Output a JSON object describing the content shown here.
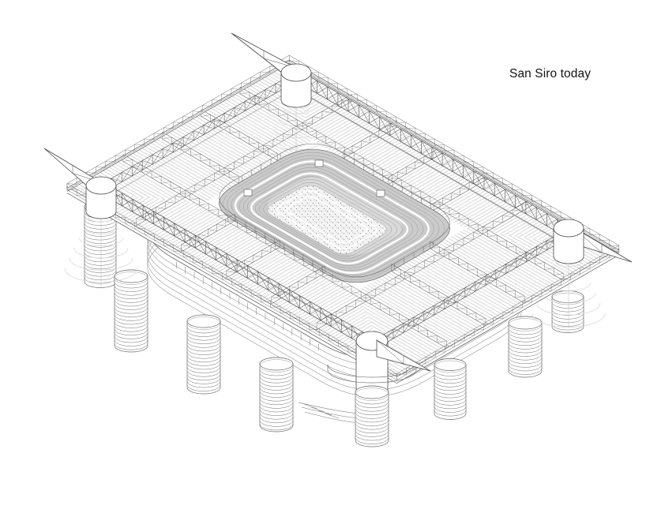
{
  "caption": "San Siro today",
  "drawing": {
    "subject": "axonometric wireframe of San Siro stadium",
    "corner_towers": 4,
    "ramp_towers": 8,
    "scoreboards": 3
  },
  "colors": {
    "background": "#ffffff",
    "line": "#4a4a4a",
    "line_mid": "#6e6e6e",
    "line_light": "#9a9a9a",
    "hatch": "#b4b4b4",
    "bowl_fill": "#d9d9d9",
    "tier_fill": "#cbcbcb",
    "pitch_fill": "#f4f4f4",
    "ghost": "#d8d8d8",
    "text": "#141414"
  }
}
